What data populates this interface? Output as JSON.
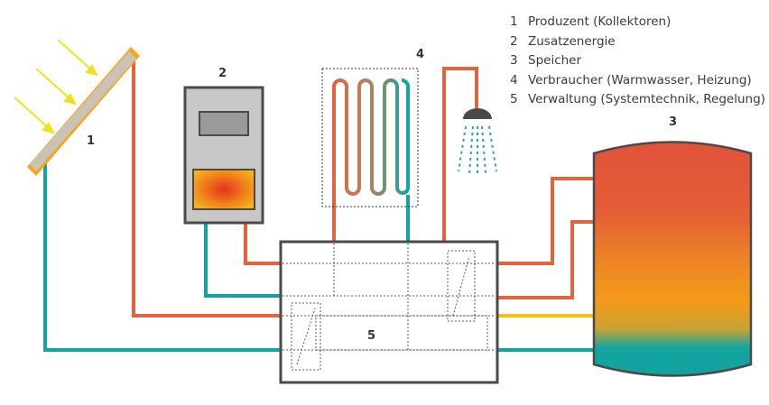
{
  "diagram": {
    "labels": {
      "collector": "1",
      "boiler": "2",
      "storage": "3",
      "consumer": "4",
      "controller": "5"
    },
    "legend": [
      {
        "num": "1",
        "text": "Produzent (Kollektoren)"
      },
      {
        "num": "2",
        "text": "Zusatzenergie"
      },
      {
        "num": "3",
        "text": "Speicher"
      },
      {
        "num": "4",
        "text": "Verbraucher (Warmwasser, Heizung)"
      },
      {
        "num": "5",
        "text": "Verwaltung (Systemtechnik, Regelung)"
      }
    ],
    "colors": {
      "hot_pipe": "#e2643f",
      "cold_pipe": "#13a4a1",
      "yellow_pipe": "#f4c20d",
      "sun_rays": "#f2e11d",
      "collector_frame": "#f4a51c",
      "collector_panel": "#c9c3b3",
      "boiler_body": "#c8c8c8",
      "outline": "#4a4a4a",
      "tank_top": "#e0533a",
      "tank_mid": "#f39a1a",
      "tank_bottom": "#14a5a0",
      "shower_water": "#2a9fb5"
    }
  }
}
